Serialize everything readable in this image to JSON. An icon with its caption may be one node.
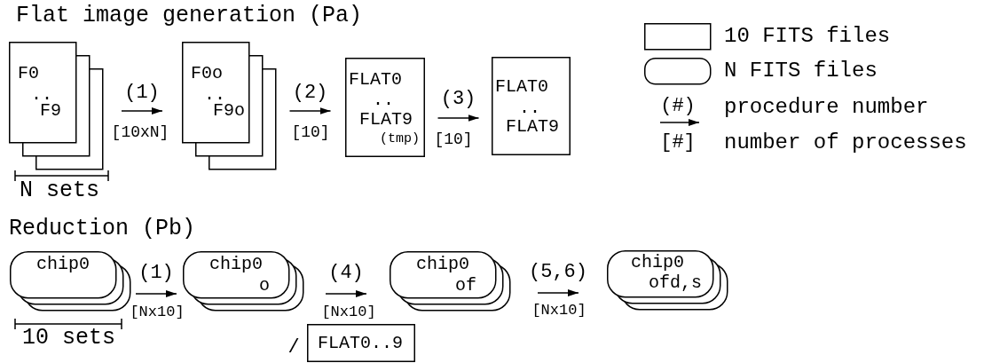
{
  "diagram": {
    "nodes": [
      {
        "text": [
          "F0",
          "..",
          "F9"
        ]
      },
      {
        "text": [
          "F0o",
          "..",
          "F9o"
        ]
      },
      {
        "text": [
          "FLAT0",
          "..",
          "FLAT9",
          "(tmp)"
        ]
      },
      {
        "text": [
          "FLAT0",
          "..",
          "FLAT9"
        ]
      },
      {
        "text": [
          "chip0"
        ]
      },
      {
        "text": [
          "chip0",
          "o"
        ]
      },
      {
        "text": [
          "chip0",
          "of"
        ]
      },
      {
        "text": [
          "chip0",
          "ofd,s"
        ]
      },
      {
        "text": [
          "FLAT0..9"
        ]
      }
    ],
    "edges": [
      {
        "from": 0,
        "to": 1,
        "arrow": "to",
        "label": "(1)"
      },
      {
        "from": 1,
        "to": 2,
        "arrow": "to",
        "label": "(2)"
      },
      {
        "from": 2,
        "to": 3,
        "arrow": "to",
        "label": "(3)"
      },
      {
        "from": 4,
        "to": 5,
        "arrow": "to",
        "label": "(1)"
      },
      {
        "from": 5,
        "to": 6,
        "arrow": "to",
        "label": "(4)"
      },
      {
        "from": 6,
        "to": 7,
        "arrow": "to",
        "label": "(5,6)"
      }
    ],
    "labels": [
      "Flat image generation (Pa)",
      "[10xN]",
      "[10]",
      "[10]",
      "N sets",
      "(#)",
      "[#]",
      "Reduction (Pb)",
      "[Nx10]",
      "[Nx10]",
      "[Nx10]",
      "10 sets",
      "/"
    ],
    "legend": [
      {
        "text": "10 FITS files"
      },
      {
        "text": "N FITS files"
      },
      {
        "text": "procedure number"
      },
      {
        "text": "number of processes"
      }
    ]
  }
}
